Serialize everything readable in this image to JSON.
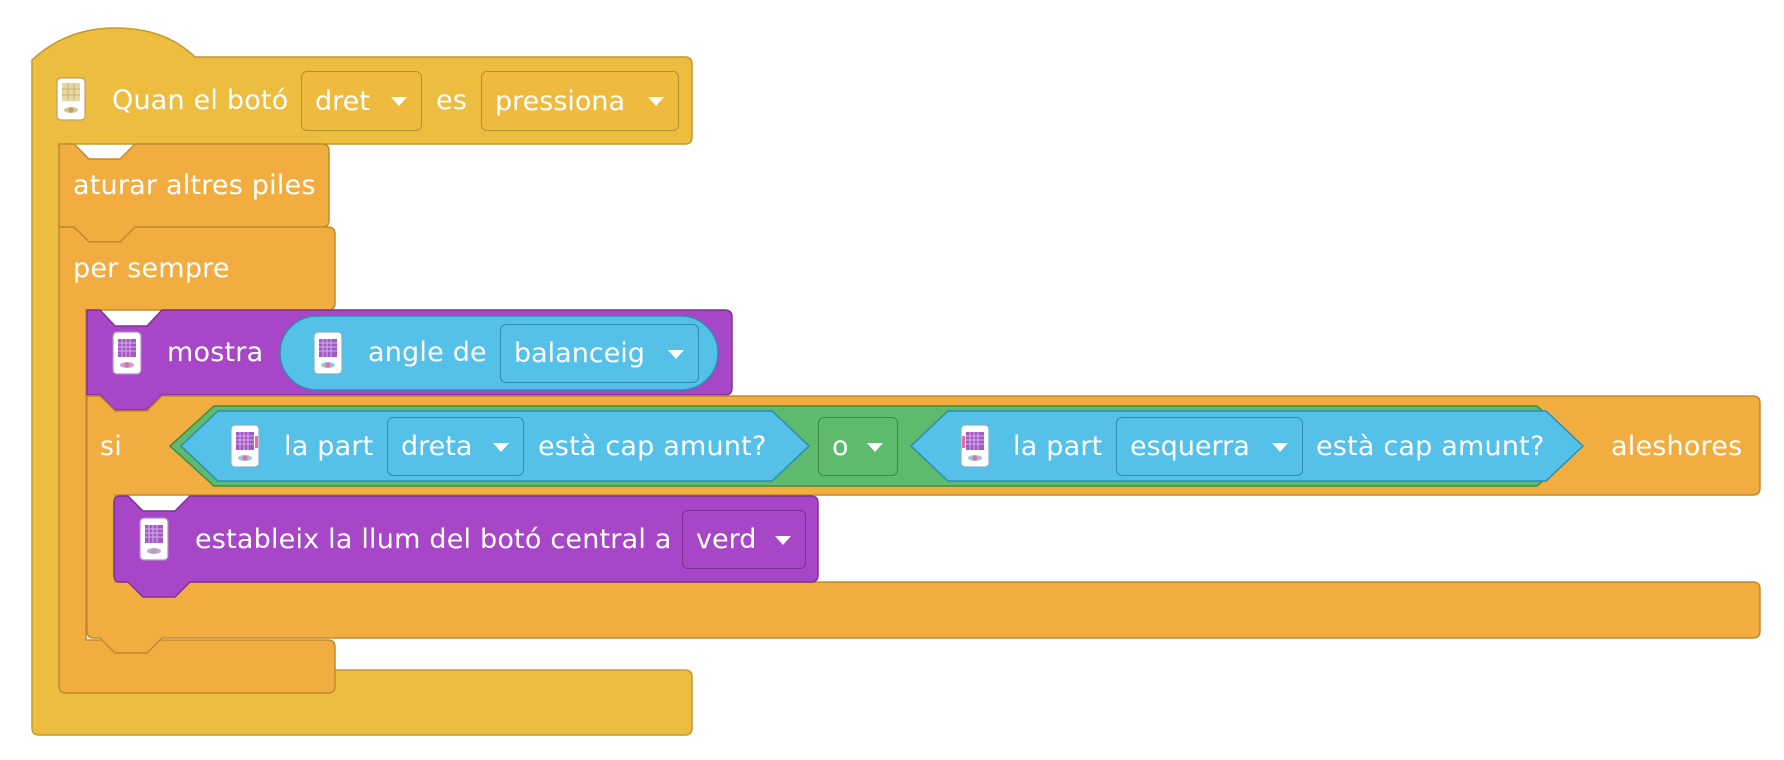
{
  "colors": {
    "event_yellow": "#ecbd3f",
    "control_orange": "#f2ad40",
    "purple": "#a747c8",
    "blue": "#55c0e8",
    "green": "#5eba6d"
  },
  "hat_block": {
    "label_when": "Quan el botó",
    "button_value": "dret",
    "label_is": "es",
    "action_value": "pressiona",
    "icon": "hub-icon"
  },
  "stop_block": {
    "label": "aturar altres piles"
  },
  "forever_block": {
    "label": "per sempre"
  },
  "display_block": {
    "label": "mostra",
    "icon": "hub-display-icon",
    "reporter": {
      "label": "angle de",
      "axis_value": "balanceig",
      "icon": "hub-display-icon"
    }
  },
  "if_block": {
    "label_if": "si",
    "label_then": "aleshores",
    "condition": {
      "left": {
        "label_part": "la part",
        "value": "dreta",
        "label_up": "està cap amunt?",
        "icon": "hub-tilt-icon"
      },
      "operator": "o",
      "right": {
        "label_part": "la part",
        "value": "esquerra",
        "label_up": "està cap amunt?",
        "icon": "hub-tilt-icon"
      }
    }
  },
  "light_block": {
    "label": "estableix la llum del botó central a",
    "color_value": "verd",
    "icon": "hub-display-icon"
  }
}
